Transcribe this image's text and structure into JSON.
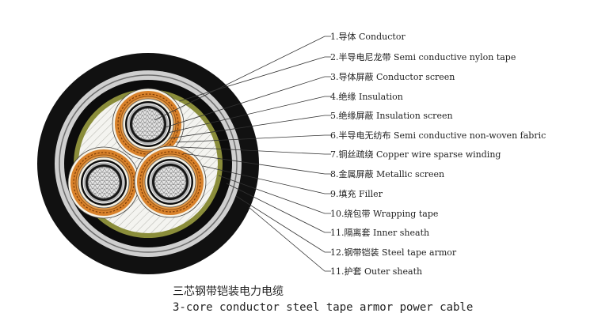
{
  "labels": [
    {
      "num": "1.",
      "text": "导体 Conductor"
    },
    {
      "num": "2.",
      "text": "半导电尼龙带 Semi conductive nylon tape"
    },
    {
      "num": "3.",
      "text": "导体屏蔽 Conductor screen"
    },
    {
      "num": "4.",
      "text": "绝缘 Insulation"
    },
    {
      "num": "5.",
      "text": "绝缘屏蔽 Insulation screen"
    },
    {
      "num": "6.",
      "text": "半导电无纺布 Semi conductive non-woven fabric"
    },
    {
      "num": "7.",
      "text": "铜丝疏绕 Copper wire sparse winding"
    },
    {
      "num": "8.",
      "text": "金属屏蔽 Metallic screen"
    },
    {
      "num": "9.",
      "text": "填充 Filler"
    },
    {
      "num": "10.",
      "text": "绕包带 Wrapping tape"
    },
    {
      "num": "11.",
      "text": "隔离套 Inner sheath"
    },
    {
      "num": "12.",
      "text": "钢带铠装 Steel tape armor"
    },
    {
      "num": "11.",
      "text": "护套 Outer sheath"
    }
  ],
  "caption": {
    "cn": "三芯钢带铠装电力电缆",
    "en": "3-core conductor steel tape armor power cable"
  },
  "colors": {
    "outer_sheath": "#111111",
    "armor": "#c9c9c9",
    "inner_sheath": "#0c0c0c",
    "wrapping_tape": "#8a8d3a",
    "filler": "#f2f2ee",
    "copper": "#d9822b",
    "insulation": "#0e0e0e",
    "conductor": "#cfcfcf"
  }
}
